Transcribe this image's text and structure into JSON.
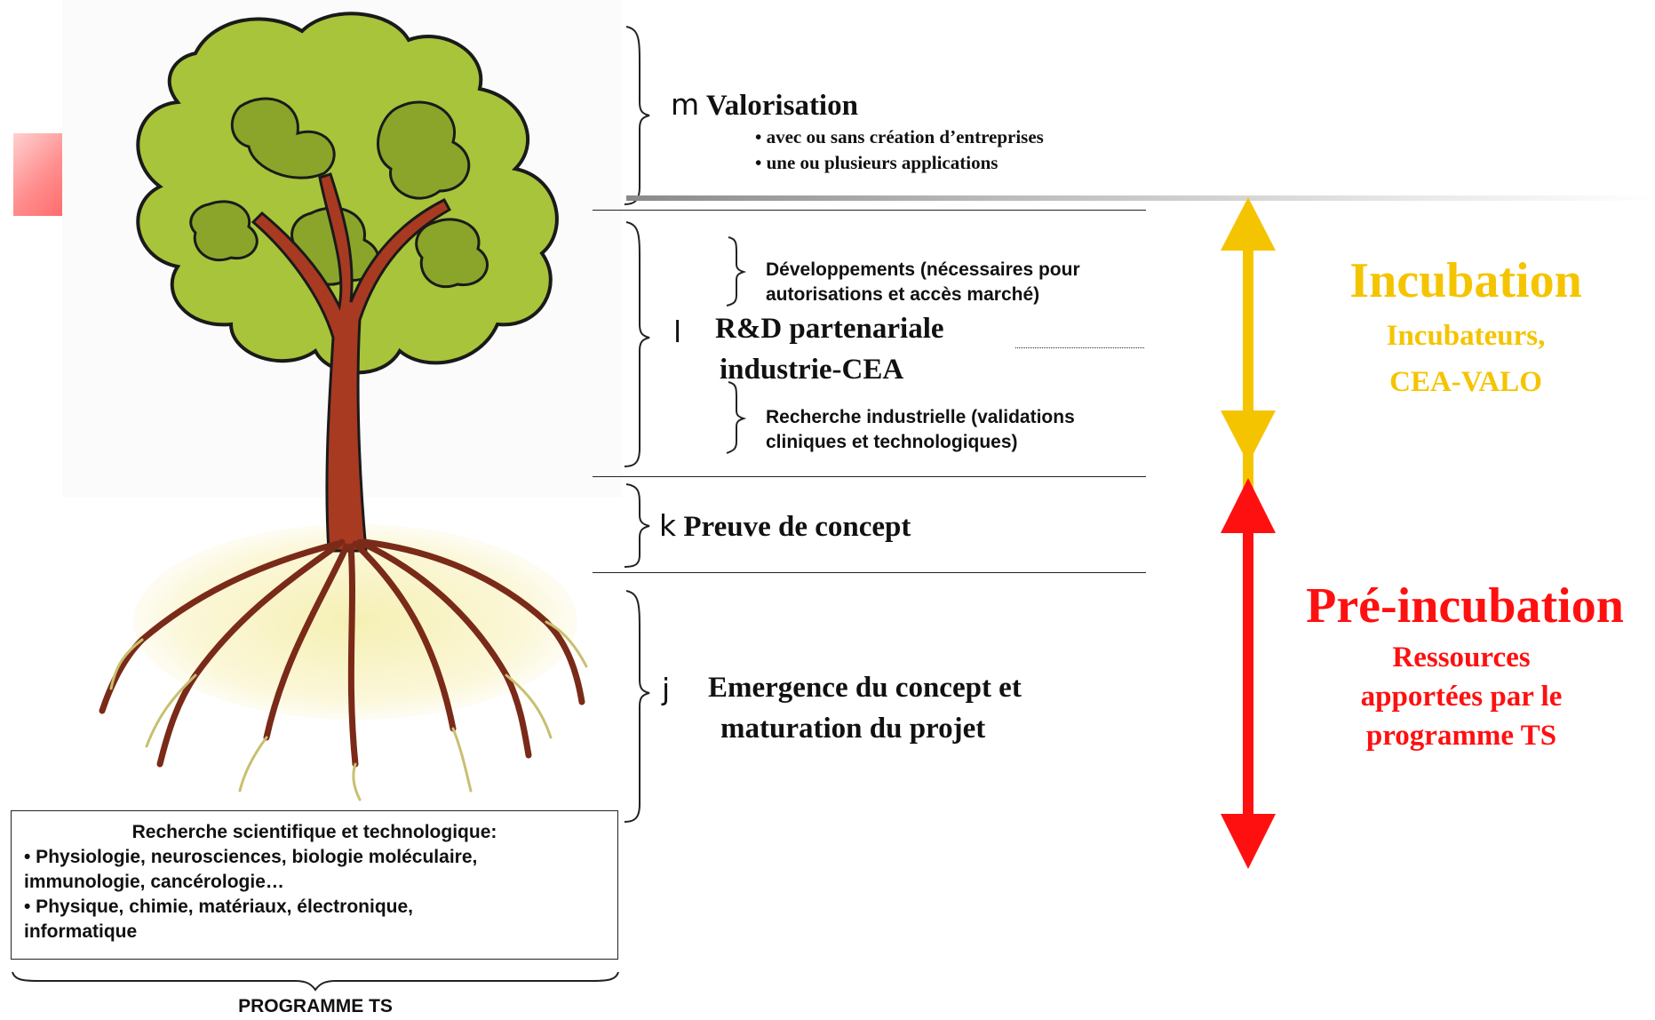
{
  "stages": {
    "valorisation": {
      "marker": "m",
      "title": "Valorisation",
      "bullets": [
        "• avec ou sans création d’entreprises",
        "• une ou plusieurs applications"
      ]
    },
    "rd": {
      "marker": "l",
      "title_line1": "R&D partenariale",
      "title_line2": "industrie-CEA",
      "sub_top_line1": "Développements (nécessaires pour",
      "sub_top_line2": "autorisations et accès marché)",
      "sub_bottom_line1": "Recherche industrielle (validations",
      "sub_bottom_line2": "cliniques et technologiques)"
    },
    "preuve": {
      "marker": "k",
      "title": "Preuve de concept"
    },
    "emergence": {
      "marker": "j",
      "title_line1": "Emergence du concept  et",
      "title_line2": "maturation du projet"
    }
  },
  "incubation": {
    "title": "Incubation",
    "sub_line1": "Incubateurs,",
    "sub_line2": "CEA-VALO",
    "color": "#f5c400"
  },
  "pre_incubation": {
    "title": "Pré-incubation",
    "sub_line1": "Ressources",
    "sub_line2": "apportées par le",
    "sub_line3": "programme TS",
    "color": "#ff1010"
  },
  "research_box": {
    "header": "Recherche scientifique et technologique:",
    "line1": "• Physiologie, neurosciences, biologie moléculaire,",
    "line2": "immunologie, cancérologie…",
    "line3": "• Physique, chimie, matériaux, électronique,",
    "line4": "informatique"
  },
  "program_label": "PROGRAMME TS",
  "tree": {
    "foliage_color": "#a8c43a",
    "trunk_color": "#a83a22",
    "root_glow": "#f6f0b4"
  }
}
